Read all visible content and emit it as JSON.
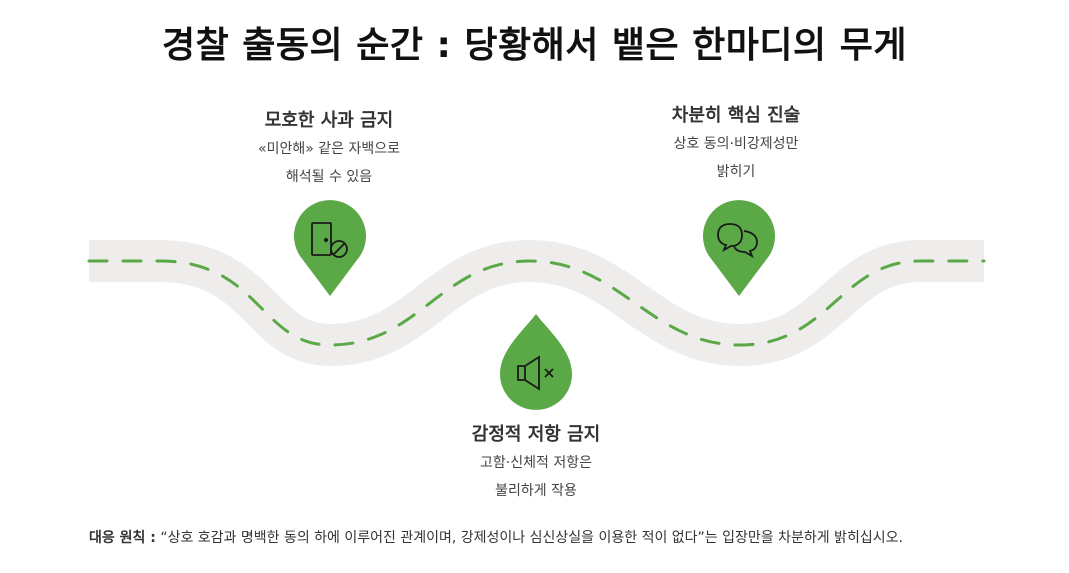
{
  "title": "경찰 출동의 순간 : 당황해서 뱉은 한마디의 무게",
  "colors": {
    "pin_green": "#5aa846",
    "road": "#efedeb",
    "road_dash": "#5aa846",
    "icon_stroke": "#1a1a1a"
  },
  "steps": [
    {
      "heading": "모호한 사과 금지",
      "desc_line1": "«미안해» 같은 자백으로",
      "desc_line2": "해석될 수 있음",
      "icon": "door-prohibited-icon"
    },
    {
      "heading": "차분히 핵심 진술",
      "desc_line1": "상호 동의·비강제성만",
      "desc_line2": "밝히기",
      "icon": "speech-bubbles-icon"
    },
    {
      "heading": "감정적 저항 금지",
      "desc_line1": "고함·신체적 저항은",
      "desc_line2": "불리하게 작용",
      "icon": "speaker-mute-icon"
    }
  ],
  "footer": {
    "label": "대응 원칙 :",
    "text": " “상호 호감과 명백한 동의 하에 이루어진 관계이며, 강제성이나 심신상실을 이용한 적이 없다”는 입장만을 차분하게 밝히십시오."
  }
}
